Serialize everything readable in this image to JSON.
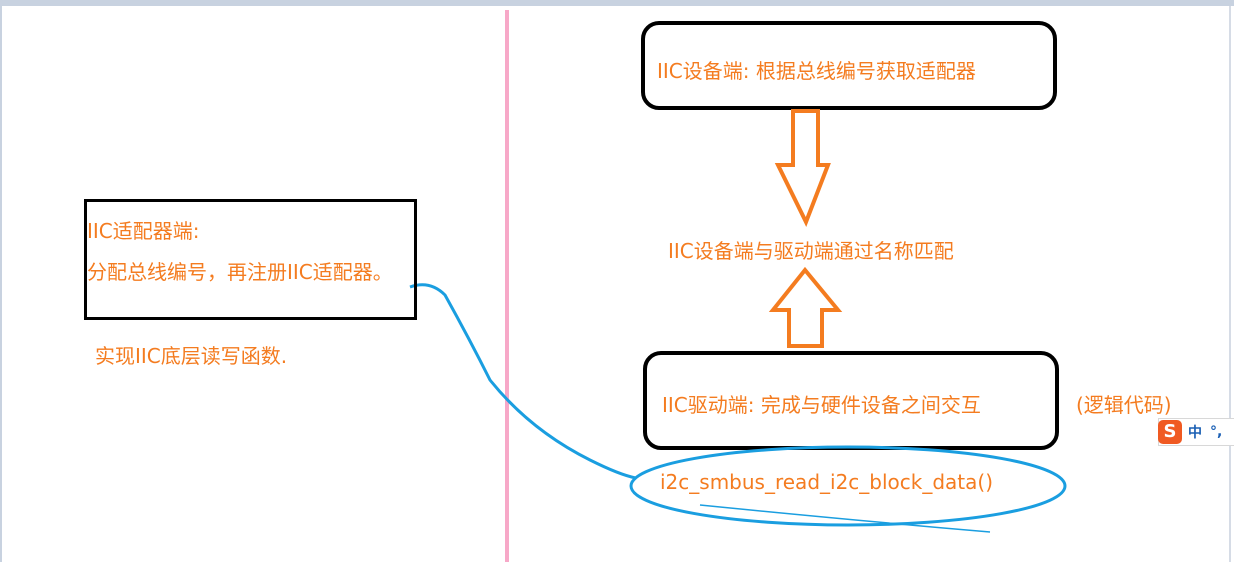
{
  "adapter": {
    "title": "IIC适配器端:",
    "desc": "分配总线编号，再注册IIC适配器。",
    "note": "实现IIC底层读写函数."
  },
  "device": {
    "label": "IIC设备端: 根据总线编号获取适配器"
  },
  "match": {
    "label": "IIC设备端与驱动端通过名称匹配"
  },
  "driver": {
    "label": "IIC驱动端: 完成与硬件设备之间交互",
    "note": "(逻辑代码)"
  },
  "function": {
    "label": "i2c_smbus_read_i2c_block_data()"
  },
  "ime": {
    "logo": "S",
    "mode": "中",
    "punct": "°,"
  },
  "colors": {
    "text": "#f47c20",
    "arrow": "#f47c20",
    "ink": "#1a9ee0",
    "divider": "#f7a8c8"
  }
}
